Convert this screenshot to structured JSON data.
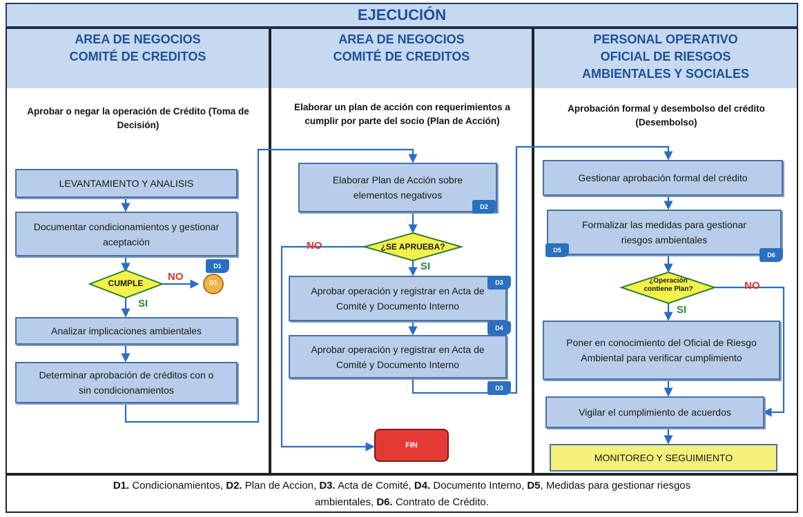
{
  "title": "EJECUCIÓN",
  "columns": [
    {
      "title_lines": [
        "AREA DE NEGOCIOS",
        "COMITÉ DE CREDITOS"
      ],
      "description": "Aprobar o negar la operación de Crédito (Toma de Decisión)",
      "tasks": [
        "LEVANTAMIENTO Y ANALISIS",
        "Documentar condicionamientos y gestionar aceptación",
        "Analizar implicaciones ambientales",
        "Determinar aprobación de créditos con o sin condicionamientos"
      ],
      "decision": "CUMPLE",
      "no_label": "NO",
      "yes_label": "SI",
      "docs": [
        "D1",
        "D1"
      ]
    },
    {
      "title_lines": [
        "AREA DE NEGOCIOS",
        "COMITÉ DE CREDITOS"
      ],
      "description": "Elaborar un plan de acción con requerimientos a cumplir por parte del socio (Plan de Acción)",
      "tasks": [
        "Elaborar Plan de Acción sobre elementos negativos",
        "Aprobar operación y registrar en Acta de Comité y Documento Interno",
        "Aprobar operación y registrar en Acta de Comité y Documento Interno"
      ],
      "decision": "¿SE APRUEBA?",
      "no_label": "NO",
      "yes_label": "SI",
      "end_label": "FIN",
      "docs": [
        "D2",
        "D3",
        "D4",
        "D3"
      ]
    },
    {
      "title_lines": [
        "PERSONAL OPERATIVO",
        "OFICIAL DE RIESGOS",
        "AMBIENTALES Y SOCIALES"
      ],
      "description": "Aprobación formal y desembolso del crédito (Desembolso)",
      "tasks": [
        "Gestionar aprobación formal del crédito",
        "Formalizar las medidas para gestionar riesgos ambientales",
        "Poner en conocimiento del Oficial de Riesgo Ambiental para verificar cumplimiento",
        "Vigilar el cumplimiento de acuerdos"
      ],
      "decision": "¿Operación contiene Plan?",
      "no_label": "NO",
      "yes_label": "SI",
      "final_box": "MONITOREO Y SEGUIMIENTO",
      "docs": [
        "D5",
        "D6"
      ]
    }
  ],
  "legend": {
    "line1": [
      {
        "code": "D1.",
        "text": " Condicionamientos, "
      },
      {
        "code": "D2.",
        "text": " Plan de Accion, "
      },
      {
        "code": "D3.",
        "text": " Acta de Comité, "
      },
      {
        "code": "D4.",
        "text": " Documento Interno, "
      },
      {
        "code": "D5",
        "text": ", Medidas para gestionar riesgos"
      }
    ],
    "line2": [
      {
        "code": "",
        "text": "ambientales, "
      },
      {
        "code": "D6.",
        "text": " Contrato de Crédito."
      }
    ]
  },
  "colors": {
    "header_bg": "#c6d9f1",
    "title_text": "#1f4e9b",
    "task_bg": "#b7cdea",
    "decision_bg": "#f3f14a",
    "doc_bg": "#2a6fc0",
    "arrow": "#2b6cc4",
    "no_label": "#e0352b",
    "yes_label": "#1f8a3a",
    "end_bg": "#e53935",
    "final_bg": "#f5f07a"
  }
}
